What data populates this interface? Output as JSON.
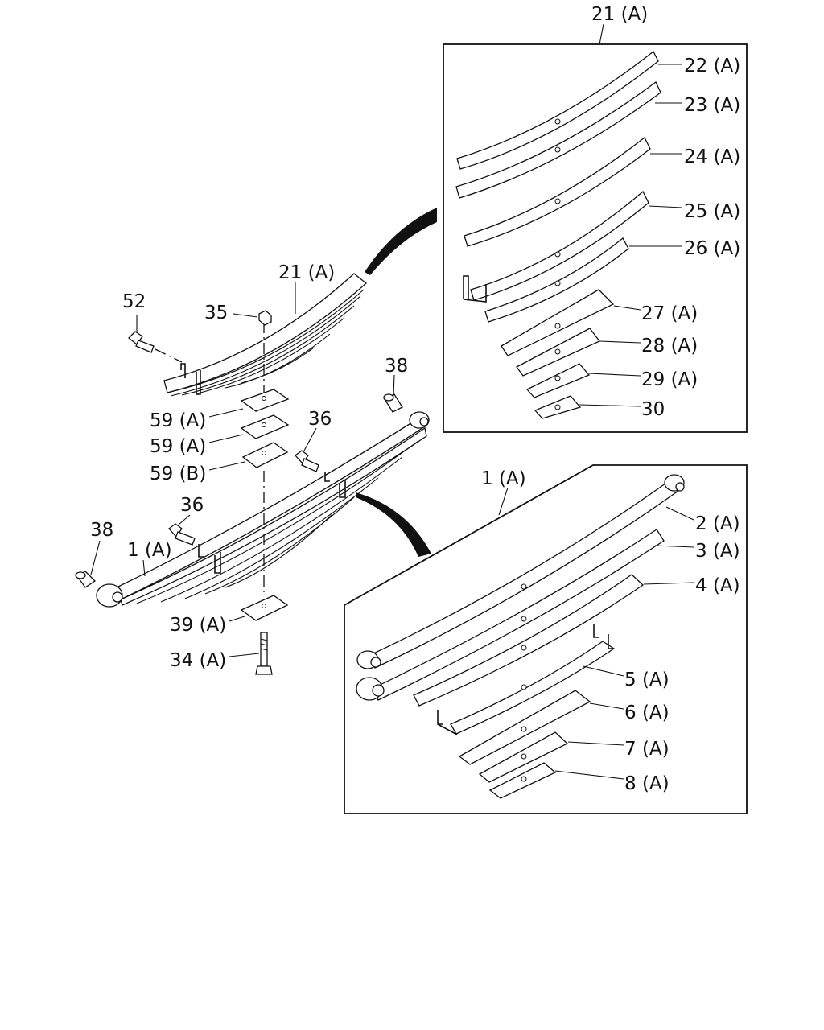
{
  "diagram": {
    "labels": {
      "top_group_21a": "21 (A)",
      "p22a": "22 (A)",
      "p23a": "23 (A)",
      "p24a": "24 (A)",
      "p25a": "25 (A)",
      "p26a": "26 (A)",
      "p27a": "27 (A)",
      "p28a": "28 (A)",
      "p29a": "29 (A)",
      "p30": "30",
      "main_21a": "21 (A)",
      "p52": "52",
      "p35": "35",
      "p38_right": "38",
      "p59a_1": "59 (A)",
      "p59a_2": "59 (A)",
      "p59b": "59 (B)",
      "p36_right": "36",
      "p36_left": "36",
      "p38_left": "38",
      "main_1a": "1 (A)",
      "p39a": "39 (A)",
      "p34a": "34 (A)",
      "group_1a": "1 (A)",
      "p2a": "2 (A)",
      "p3a": "3 (A)",
      "p4a": "4 (A)",
      "p5a": "5 (A)",
      "p6a": "6 (A)",
      "p7a": "7 (A)",
      "p8a": "8 (A)"
    }
  }
}
